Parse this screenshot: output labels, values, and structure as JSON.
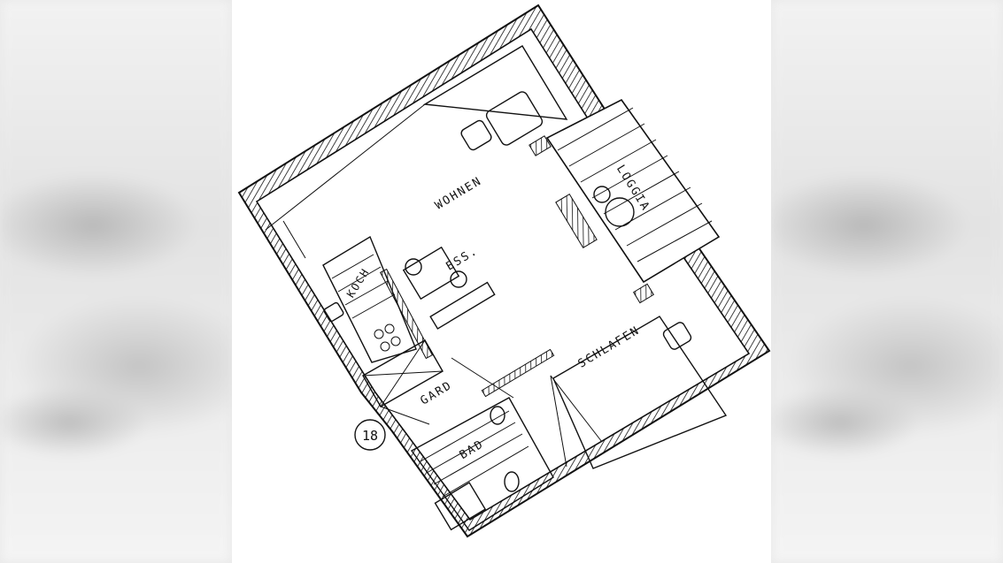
{
  "plan": {
    "unit_number": "18",
    "rooms": {
      "living": "WOHNEN",
      "dining": "ESS.",
      "kitchen": "KOCH",
      "loggia": "LOGGIA",
      "bedroom": "SCHLAFEN",
      "wardrobe": "GARD",
      "bath": "BAD"
    }
  },
  "colors": {
    "ink": "#111111",
    "paper": "#ffffff",
    "background": "#e8e8e8"
  }
}
